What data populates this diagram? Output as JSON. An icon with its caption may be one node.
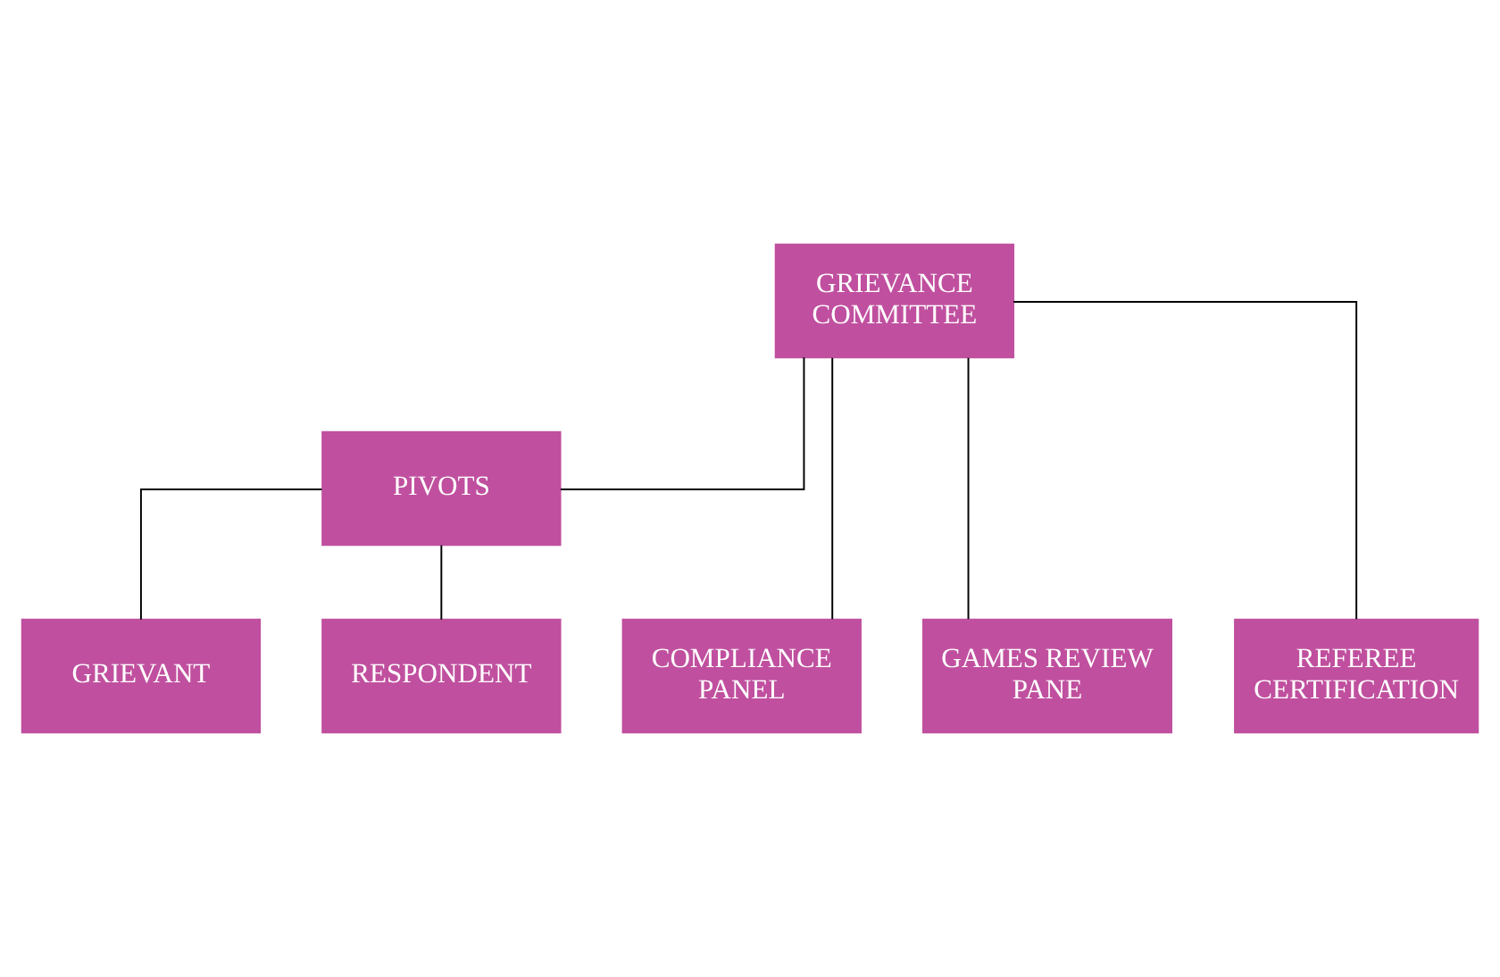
{
  "diagram": {
    "nodes": [
      {
        "text": [
          "GRIEVANCE COMMITTEE"
        ]
      },
      {
        "text": [
          "PIVOTS"
        ]
      },
      {
        "text": [
          "GRIEVANT"
        ]
      },
      {
        "text": [
          "RESPONDENT"
        ]
      },
      {
        "text": [
          "COMPLIANCE PANEL"
        ]
      },
      {
        "text": [
          "GAMES REVIEW PANE"
        ]
      },
      {
        "text": [
          "REFEREE CERTIFICATION"
        ]
      }
    ],
    "edges": [
      {
        "from": 0,
        "to": 1,
        "arrow": "none"
      },
      {
        "from": 1,
        "to": 2,
        "arrow": "none"
      },
      {
        "from": 1,
        "to": 3,
        "arrow": "none"
      },
      {
        "from": 0,
        "to": 4,
        "arrow": "none"
      },
      {
        "from": 0,
        "to": 5,
        "arrow": "none"
      },
      {
        "from": 0,
        "to": 6,
        "arrow": "none"
      }
    ]
  }
}
